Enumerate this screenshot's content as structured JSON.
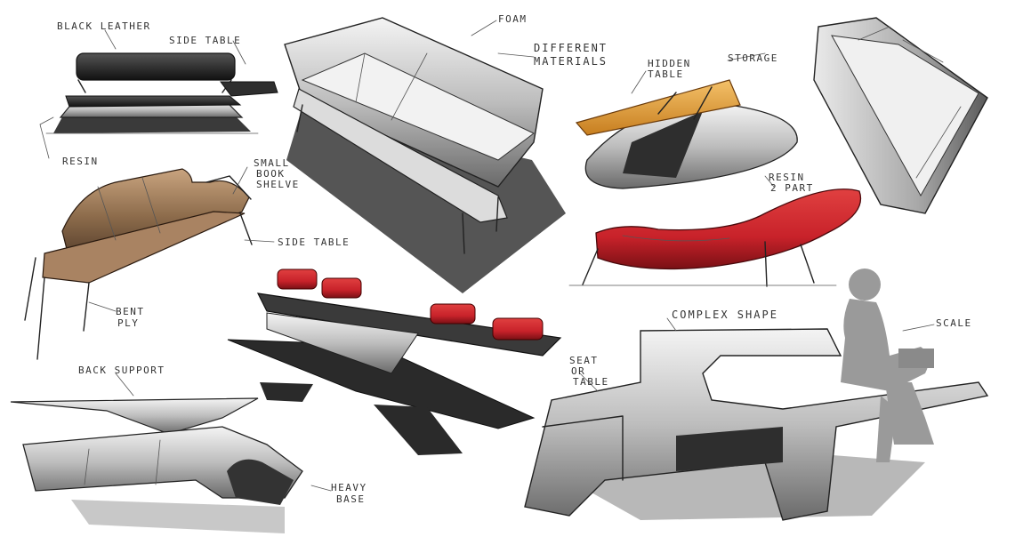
{
  "annotations": {
    "black_leather": "BLACK LEATHER",
    "side_table_top": "SIDE TABLE",
    "resin": "RESIN",
    "small_book": "SMALL",
    "small_book_2": "BOOK",
    "small_book_3": "SHELVE",
    "side_table_mid": "SIDE TABLE",
    "bent_ply_1": "BENT",
    "bent_ply_2": "PLY",
    "back_support": "BACK SUPPORT",
    "heavy_base_1": "HEAVY",
    "heavy_base_2": "BASE",
    "foam": "FOAM",
    "different_materials_1": "DIFFERENT",
    "different_materials_2": "MATERIALS",
    "hidden_table_1": "HIDDEN",
    "hidden_table_2": "TABLE",
    "storage": "STORAGE",
    "resin_2part_1": "RESIN",
    "resin_2part_2": "2 PART",
    "complex_shape": "COMPLEX SHAPE",
    "scale": "SCALE",
    "seat_or_table_1": "SEAT",
    "seat_or_table_2": "OR",
    "seat_or_table_3": "TABLE"
  },
  "colors": {
    "ink": "#222222",
    "leather": "#2a2a2a",
    "wood": "#8b6a4a",
    "red": "#c8222a",
    "orange": "#e8a53c",
    "shadow": "#4a4a4a",
    "silhouette": "#9a9a9a"
  }
}
